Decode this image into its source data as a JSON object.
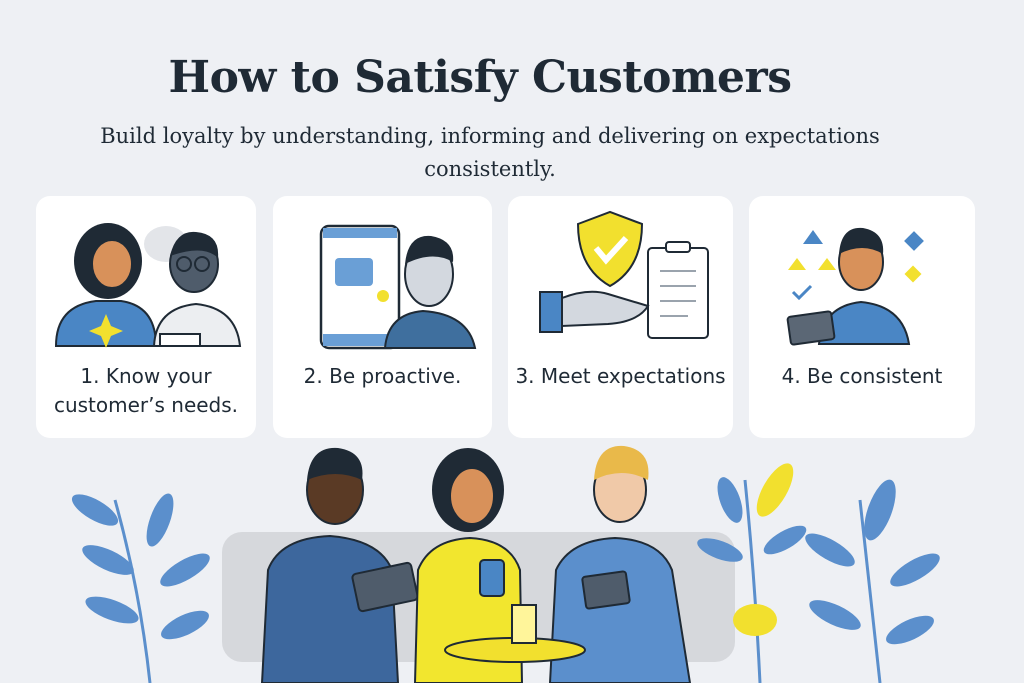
{
  "header": {
    "title": "How to Satisfy Customers",
    "subtitle": "Build loyalty by understanding, informing and delivering on expectations consistently."
  },
  "cards": [
    {
      "label": "1. Know your customer’s needs.",
      "icon": "two-people-talking"
    },
    {
      "label": "2. Be proactive.",
      "icon": "phone-message-person"
    },
    {
      "label": "3. Meet expectations",
      "icon": "shield-check-hand-clipboard"
    },
    {
      "label": "4. Be consistent",
      "icon": "person-tablet-shapes"
    }
  ],
  "colors": {
    "background": "#eef0f4",
    "blue": "#4a86c5",
    "yellow": "#f2e02e",
    "ink": "#1f2a35"
  }
}
